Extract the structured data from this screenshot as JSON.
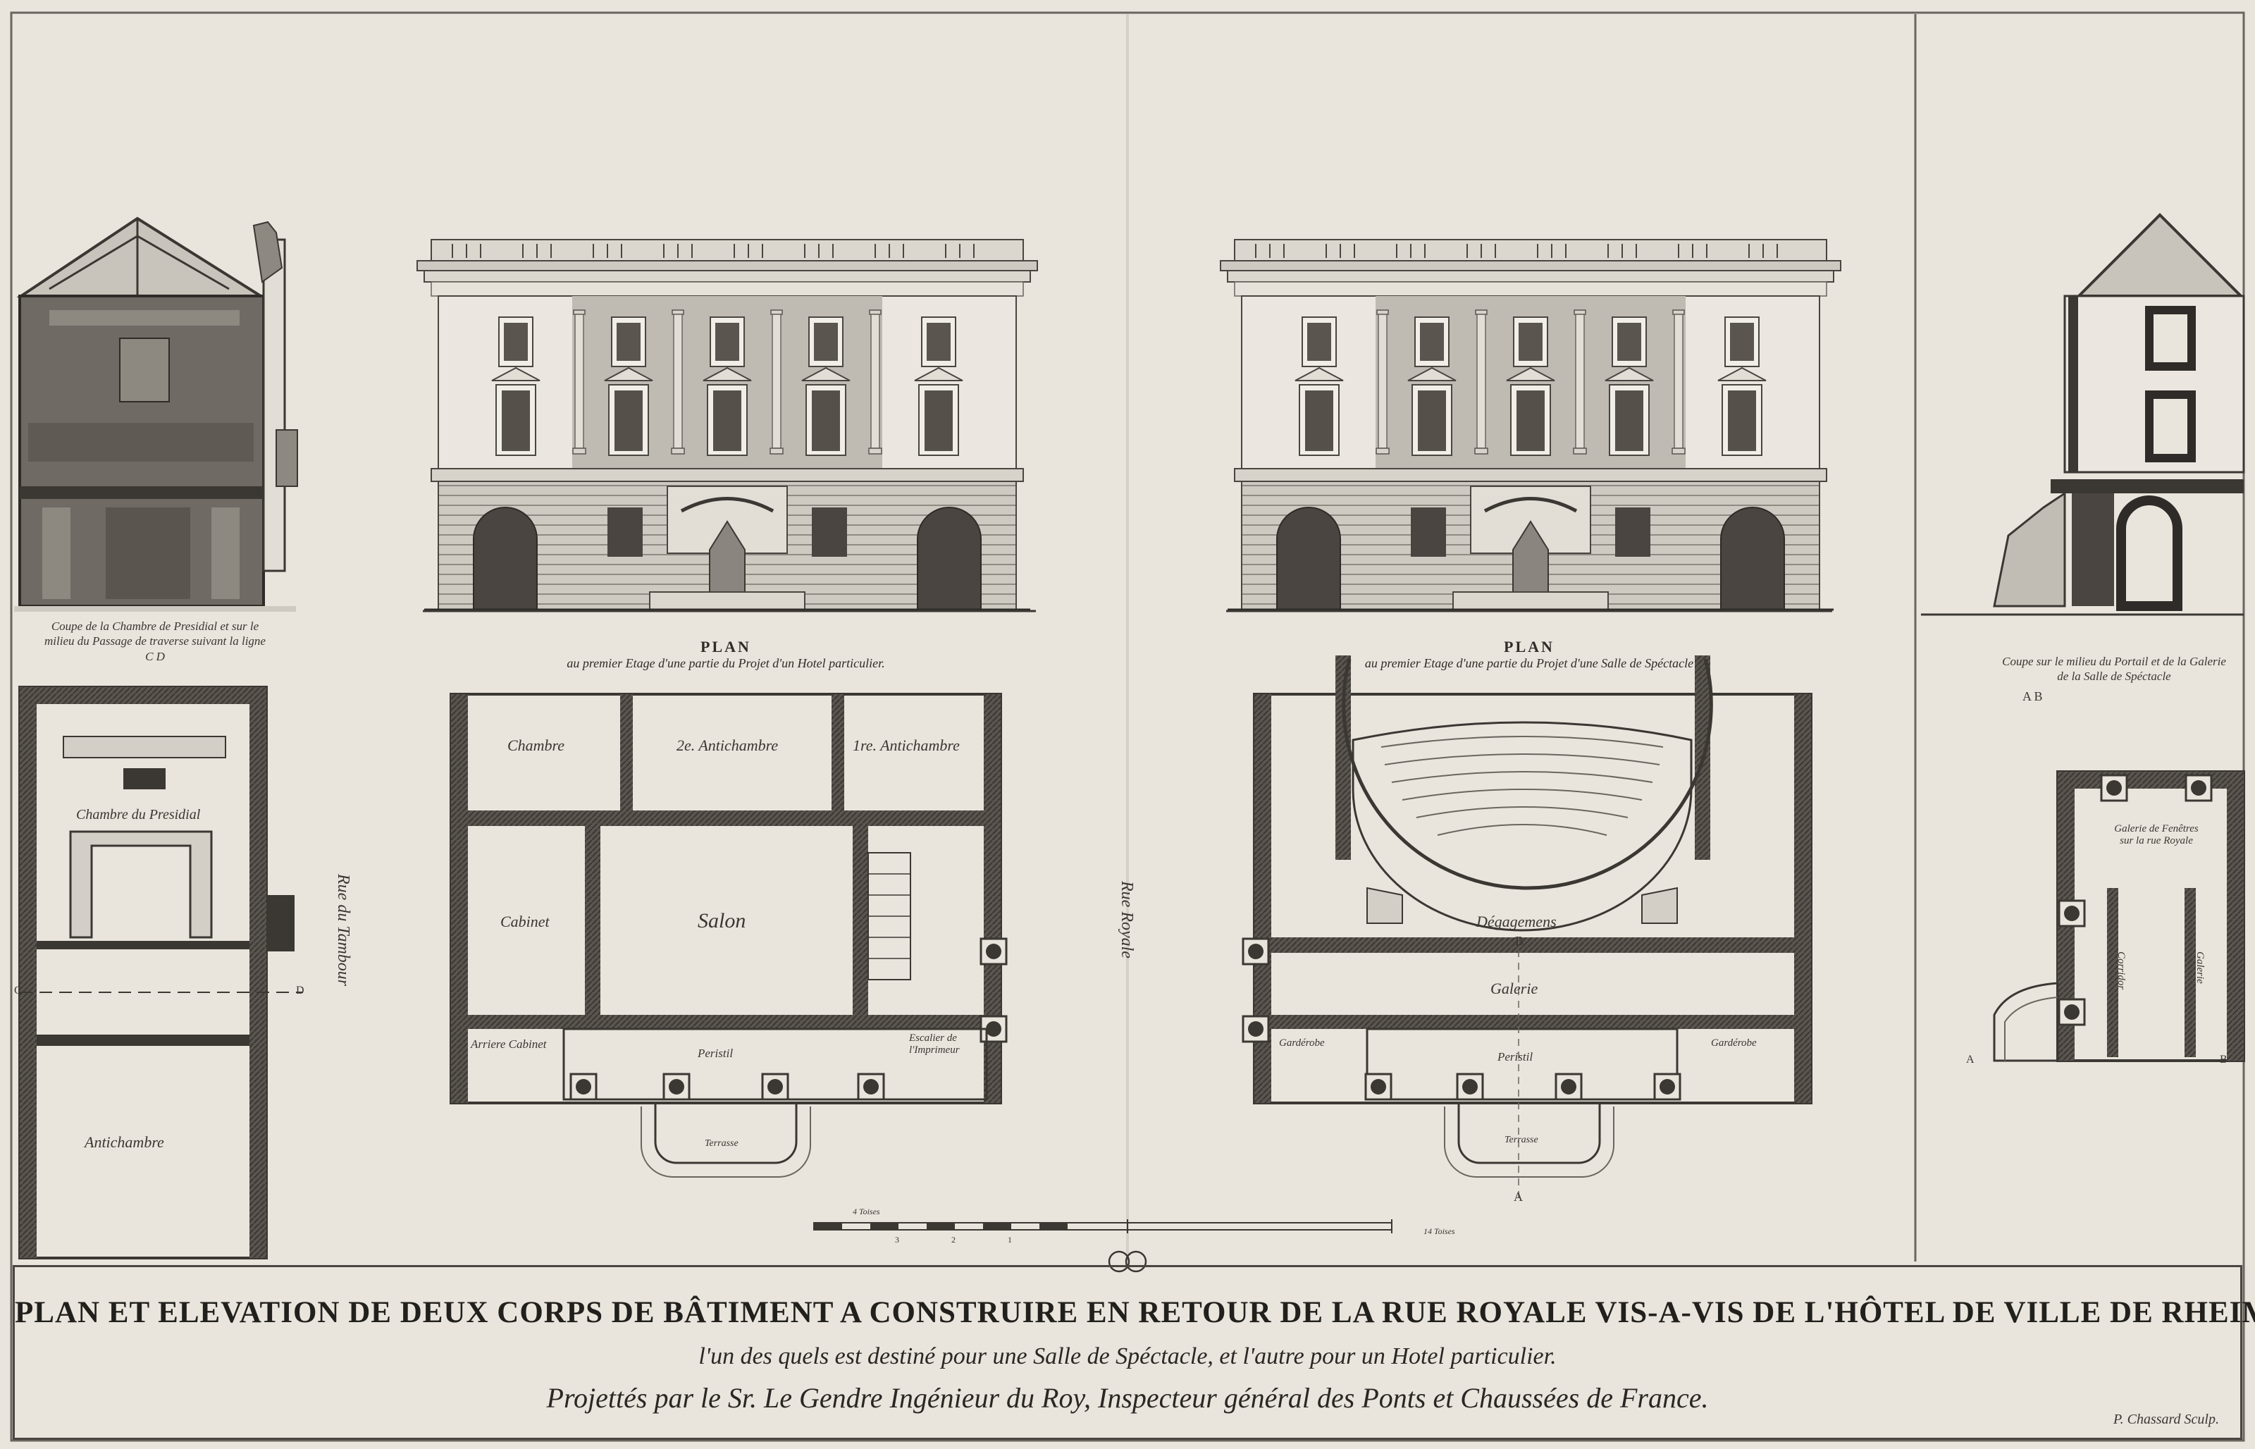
{
  "title": {
    "main": "PLAN ET ELEVATION DE DEUX CORPS DE BÂTIMENT A CONSTRUIRE EN RETOUR DE LA RUE ROYALE VIS-A-VIS DE L'HÔTEL DE VILLE DE RHEIMS",
    "subtitle": "l'un des quels est destiné pour une Salle de Spéctacle, et l'autre pour un Hotel particulier.",
    "author": "Projettés par le Sr. Le Gendre Ingénieur du Roy, Inspecteur général des Ponts et Chaussées de France.",
    "engraver": "P. Chassard Sculp."
  },
  "sections": {
    "left_caption": "Coupe de la Chambre de Presidial et sur le milieu du Passage de traverse suivant la ligne C D",
    "right_caption": "Coupe sur le milieu du Portail et de la Galerie de la Salle de Spéctacle",
    "right_caption_letters": "A B"
  },
  "plan_left": {
    "title": "PLAN",
    "subtitle": "au premier Etage d'une partie du Projet d'un Hotel particulier.",
    "rooms": {
      "chambre": "Chambre",
      "antichambre2": "2e. Antichambre",
      "antichambre1": "1re. Antichambre",
      "cabinet": "Cabinet",
      "salon": "Salon",
      "arriere_cabinet": "Arriere Cabinet",
      "escalier": "Escalier de l'Imprimeur",
      "peristyle": "Peristil",
      "terrasse": "Terrasse"
    }
  },
  "plan_right": {
    "title": "PLAN",
    "subtitle": "au premier Etage d'une partie du Projet d'une Salle de Spéctacle",
    "rooms": {
      "degagements": "Dégagemens",
      "galerie": "Galerie",
      "garderobe_left": "Gardérobe",
      "garderobe_right": "Gardérobe",
      "peristyle": "Peristil",
      "terrasse": "Terrasse",
      "letter_a": "A",
      "letter_b": "B"
    }
  },
  "plan_far_left": {
    "chambre_presidial": "Chambre du Presidial",
    "antichambre": "Antichambre",
    "letter_c": "C",
    "letter_d": "D"
  },
  "plan_far_right": {
    "galerie_fenetres": "Galerie de Fenêtres sur la rue Royale",
    "corridor": "Corridor",
    "galerie": "Galerie",
    "letter_a": "A",
    "letter_b": "B"
  },
  "streets": {
    "left": "Rue du Tambour",
    "center": "Rue Royale"
  },
  "scale": {
    "start_label": "4 Toises",
    "ticks": [
      "3",
      "2",
      "1"
    ],
    "end_label": "14 Toises"
  },
  "colors": {
    "paper": "#e9e5dc",
    "ink": "#2a2724",
    "wall": "#3b3733"
  }
}
